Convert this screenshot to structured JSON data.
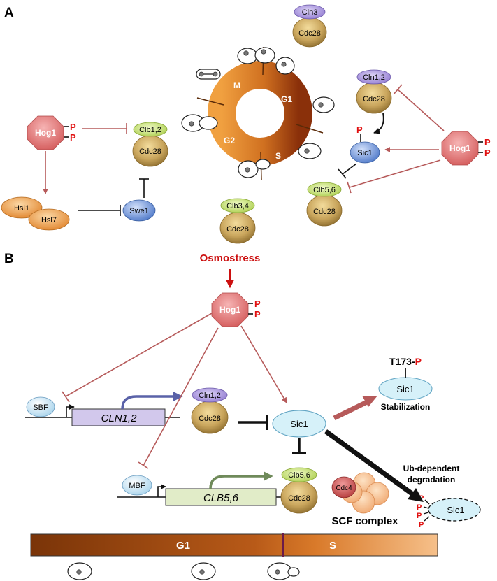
{
  "panel_a": {
    "letter": "A",
    "hog1_left": {
      "name": "Hog1",
      "p1": "P",
      "p2": "P"
    },
    "hog1_right": {
      "name": "Hog1",
      "p1": "P",
      "p2": "P"
    },
    "hsl1": "Hsl1",
    "hsl7": "Hsl7",
    "swe1": "Swe1",
    "clb12": {
      "cyclin": "Clb1,2",
      "cdk": "Cdc28"
    },
    "cln3": {
      "cyclin": "Cln3",
      "cdk": "Cdc28"
    },
    "clb34": {
      "cyclin": "Clb3,4",
      "cdk": "Cdc28"
    },
    "cln12": {
      "cyclin": "Cln1,2",
      "cdk": "Cdc28"
    },
    "clb56": {
      "cyclin": "Clb5,6",
      "cdk": "Cdc28"
    },
    "sic1": {
      "name": "Sic1",
      "p": "P"
    },
    "phases": {
      "m": "M",
      "g1": "G1",
      "s": "S",
      "g2": "G2"
    }
  },
  "panel_b": {
    "letter": "B",
    "osmostress": "Osmostress",
    "hog1": {
      "name": "Hog1",
      "p1": "P",
      "p2": "P"
    },
    "sbf": "SBF",
    "mbf": "MBF",
    "gene_cln": "CLN1,2",
    "gene_clb": "CLB5,6",
    "cln12": {
      "cyclin": "Cln1,2",
      "cdk": "Cdc28"
    },
    "clb56": {
      "cyclin": "Clb5,6",
      "cdk": "Cdc28"
    },
    "sic1": "Sic1",
    "sic1_stab": {
      "name": "Sic1",
      "site": "T173-",
      "p": "P",
      "label": "Stabilization"
    },
    "degradation": {
      "line1": "Ub-dependent",
      "line2": "degradation",
      "sic1": "Sic1",
      "p": "P"
    },
    "cdc4": "Cdc4",
    "scf": "SCF complex",
    "phase_bar": {
      "g1": "G1",
      "s": "S"
    }
  },
  "colors": {
    "inhibit_red": "#b65a5a",
    "hog1_fill": "#dc6e6e",
    "p_red": "#e01010",
    "osmo_red": "#cc1010",
    "cdc28": "#c9a55c",
    "clb_green": "#c8e27a",
    "cln_purple": "#a894d8",
    "sic1_blue": "#6f95d8",
    "sic1_cyan": "#d6f1f9",
    "hsl_orange": "#f0a04a",
    "cycle_dark": "#9c3a0a",
    "cycle_light": "#f0a040"
  }
}
